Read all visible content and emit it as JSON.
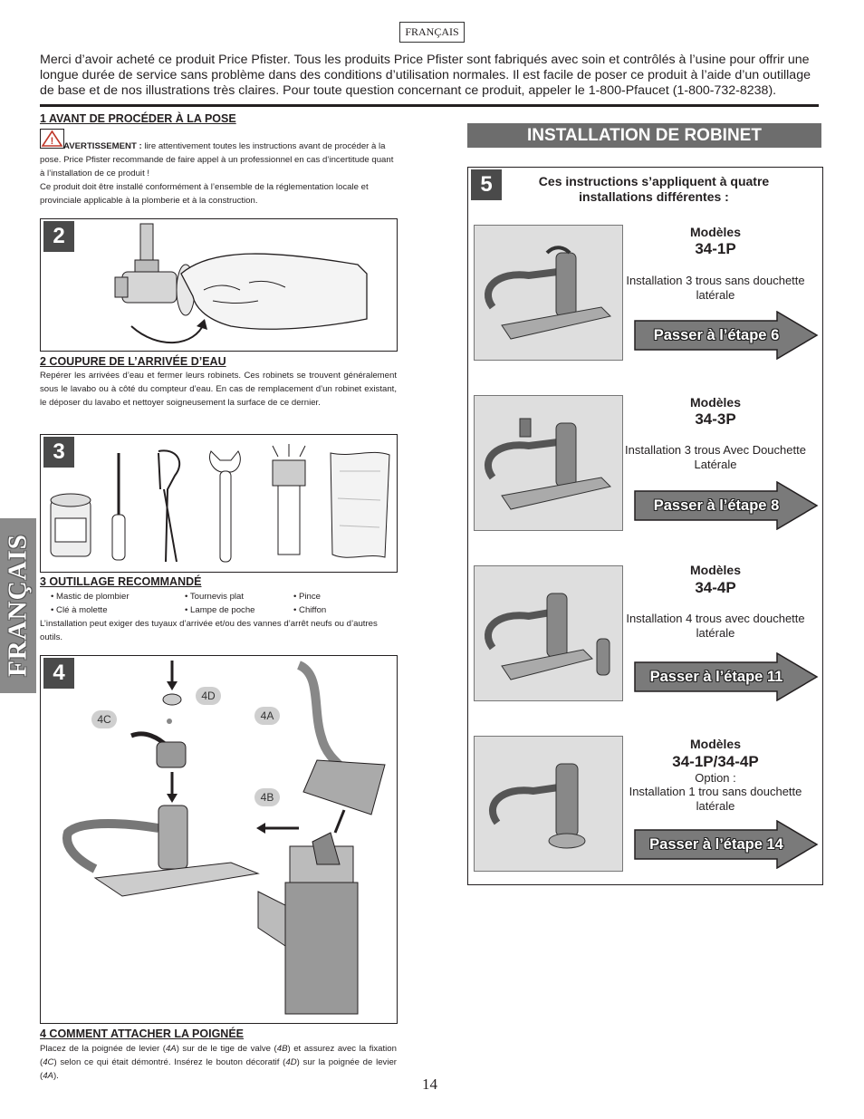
{
  "header": {
    "language_tag": "FRANÇAIS"
  },
  "intro": "Merci d’avoir acheté ce produit Price Pfister. Tous les produits Price Pfister sont fabriqués avec soin et contrôlés à l’usine pour offrir une longue durée de service sans problème dans des conditions d’utilisation normales. Il est facile de poser ce produit à l’aide d’un outillage de base et de nos illustrations très claires. Pour toute question concernant ce produit, appeler le 1-800-Pfaucet (1-800-732-8238).",
  "side_tab": "FRANÇAIS",
  "section1": {
    "title": "1  AVANT DE PROCÉDER À LA POSE",
    "warning_label": "AVERTISSEMENT :",
    "warning_text": " lire attentivement toutes les instructions avant de procéder à la pose. Price Pfister recommande de faire appel à un professionnel en cas d’incertitude quant à l’installation de ce produit !",
    "note": "Ce produit doit être installé conformément à l’ensemble de la réglementation locale et provinciale applicable à la plomberie et à la construction."
  },
  "step2": {
    "number": "2",
    "title": "2  COUPURE DE L’ARRIVÉE D’EAU",
    "text": "Repérer les arrivées d’eau et fermer leurs robinets. Ces robinets se trouvent généralement sous le lavabo ou à côté du compteur d’eau. En cas de remplacement d’un robinet existant, le déposer du lavabo et nettoyer soigneusement la surface de ce dernier."
  },
  "step3": {
    "number": "3",
    "title": "3  OUTILLAGE RECOMMANDÉ",
    "tools": [
      "• Mastic de plombier",
      "• Tournevis plat",
      "• Pince",
      "• Clé à molette",
      "• Lampe de poche",
      "• Chiffon"
    ],
    "note": "L’installation peut exiger des tuyaux d’arrivée et/ou des vannes d’arrêt neufs ou d’autres outils."
  },
  "step4": {
    "number": "4",
    "title": "4  COMMENT ATTACHER LA POIGNÉE",
    "callouts": {
      "c4d": "4D",
      "c4c": "4C",
      "c4a": "4A",
      "c4b": "4B"
    },
    "text_parts": [
      "Placez de la poignée de levier (",
      "4A",
      ") sur de le tige de valve (",
      "4B",
      ") et assurez avec la fixation (",
      "4C",
      ") selon ce qui était démontré. Insérez le bouton décoratif (",
      "4D",
      ") sur la poignée de levier (",
      "4A",
      ")."
    ]
  },
  "installation": {
    "heading": "INSTALLATION DE ROBINET",
    "step_number": "5",
    "intro": "Ces instructions s’appliquent à quatre installations différentes :",
    "options": [
      {
        "label": "Modèles",
        "code": "34-1P",
        "option": "",
        "desc": "Installation 3 trous sans douchette latérale",
        "action": "Passer à l’étape 6"
      },
      {
        "label": "Modèles",
        "code": "34-3P",
        "option": "",
        "desc": "Installation 3 trous Avec Douchette Latérale",
        "action": "Passer à l’étape 8"
      },
      {
        "label": "Modèles",
        "code": "34-4P",
        "option": "",
        "desc": "Installation 4 trous avec douchette latérale",
        "action": "Passer à l’étape 11"
      },
      {
        "label": "Modèles",
        "code": "34-1P/34-4P",
        "option": "Option :",
        "desc": "Installation 1 trou sans douchette latérale",
        "action": "Passer à l’étape 14"
      }
    ]
  },
  "page_number": "14",
  "colors": {
    "dark": "#231f20",
    "heading_bg": "#6d6d6d",
    "step_bg": "#4a4a4a",
    "tab_bg": "#8a8a8a",
    "arrow_fill": "#7a7a7a",
    "image_bg": "#dedede"
  }
}
